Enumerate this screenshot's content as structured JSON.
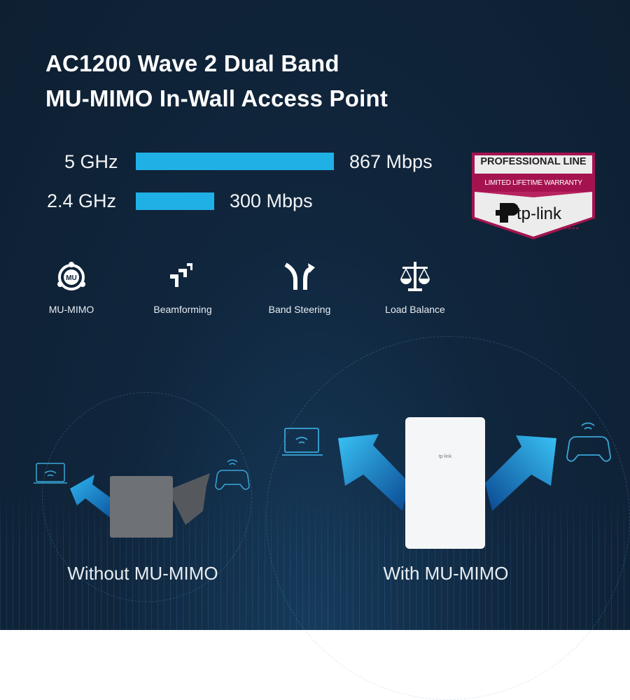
{
  "title": {
    "line1": "AC1200 Wave 2 Dual Band",
    "line2": "MU-MIMO In-Wall Access Point"
  },
  "speeds": [
    {
      "band": "5 GHz",
      "value": 867,
      "label": "867 Mbps"
    },
    {
      "band": "2.4 GHz",
      "value": 300,
      "label": "300 Mbps"
    }
  ],
  "bar_color": "#1fb0e6",
  "badge": {
    "heading": "PROFESSIONAL LINE",
    "subheading": "LIMITED LIFETIME WARRANTY",
    "brand": "tp-link",
    "accent": "#a5134f"
  },
  "features": [
    {
      "icon": "mu-mimo-icon",
      "label": "MU-MIMO"
    },
    {
      "icon": "beamforming-icon",
      "label": "Beamforming"
    },
    {
      "icon": "band-steering-icon",
      "label": "Band Steering"
    },
    {
      "icon": "load-balance-icon",
      "label": "Load Balance"
    }
  ],
  "comparison": {
    "without": "Without MU-MIMO",
    "with": "With MU-MIMO"
  }
}
